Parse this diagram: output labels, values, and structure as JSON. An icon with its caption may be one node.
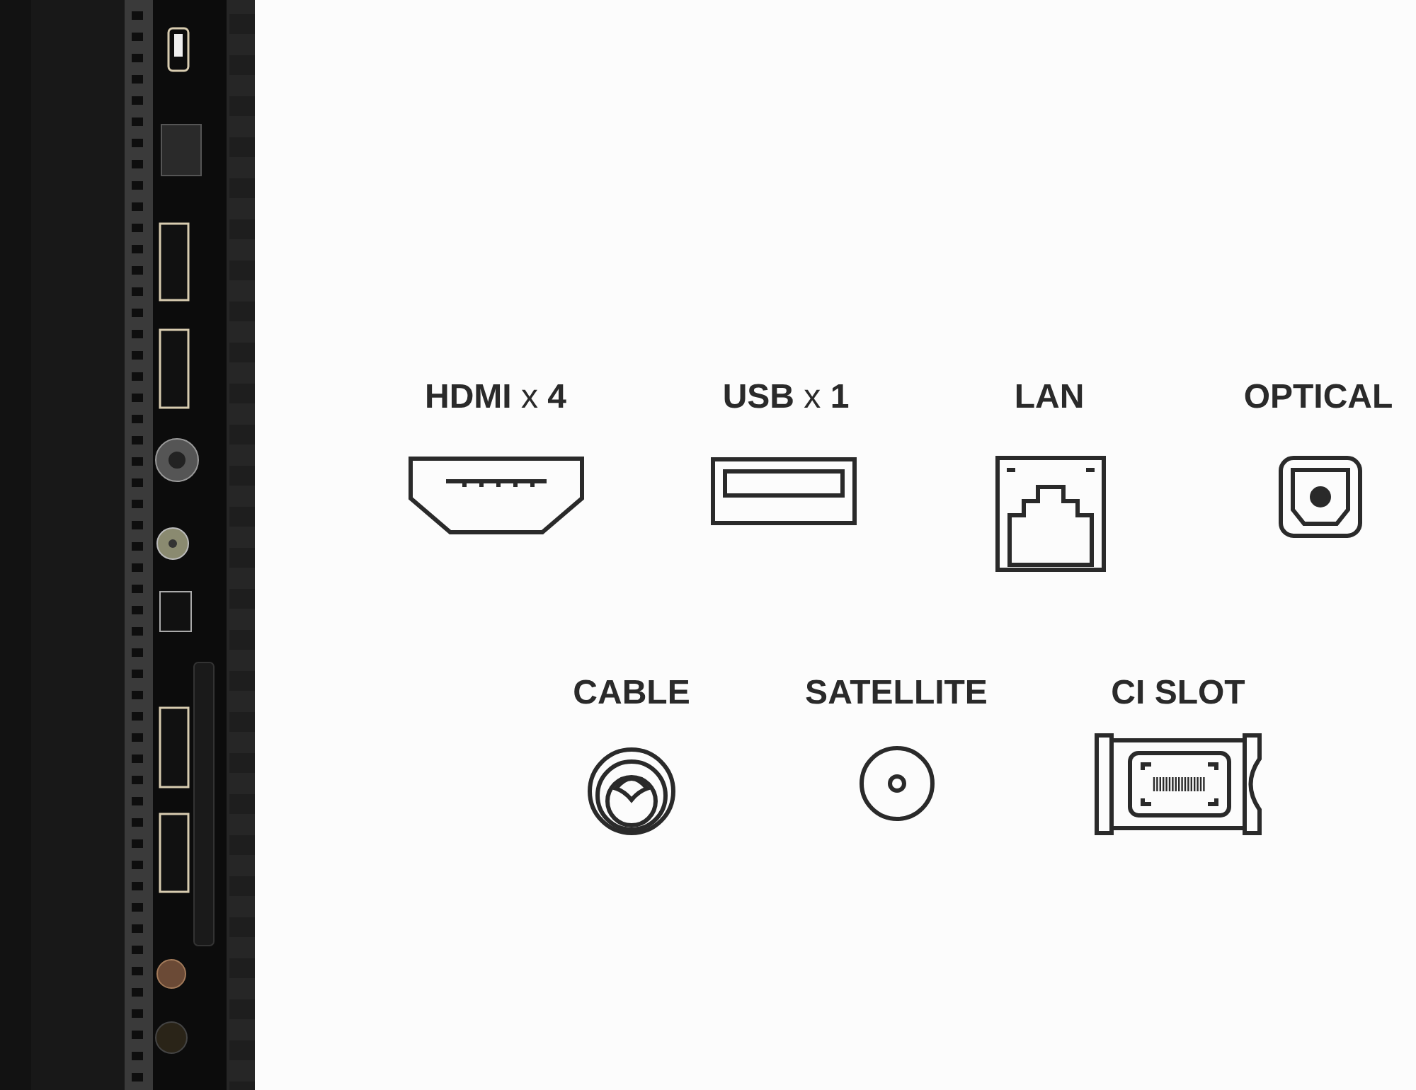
{
  "diagram": {
    "labels": [
      "**HDMI** x **4**",
      "**USB** x **1**",
      "LAN",
      "OPTICAL",
      "CABLE",
      "SATELLITE",
      "CI SLOT"
    ]
  }
}
